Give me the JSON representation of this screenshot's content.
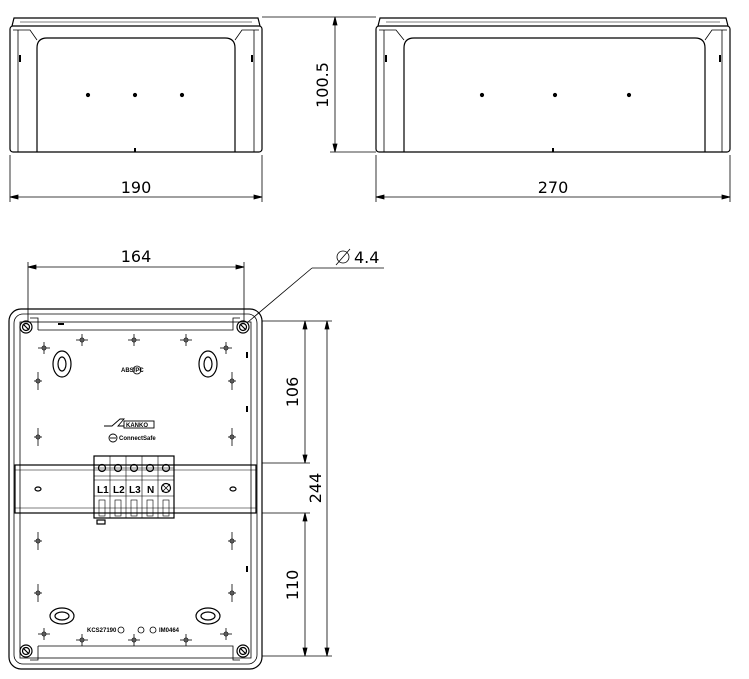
{
  "dimensions": {
    "side_width_small": "190",
    "side_width_large": "270",
    "height": "100.5",
    "mount_spacing": "164",
    "hole_diameter": "4.4",
    "upper_section": "106",
    "total_height": "244",
    "lower_section": "110"
  },
  "labels": {
    "material": "ABS/PC",
    "brand": "KANKO",
    "tagline": "ConnectSafe",
    "model": "KCS27190",
    "cert_code": "IM0464",
    "terminals": [
      "L1",
      "L2",
      "L3",
      "N"
    ]
  },
  "colors": {
    "line": "#000000",
    "background": "#ffffff"
  }
}
